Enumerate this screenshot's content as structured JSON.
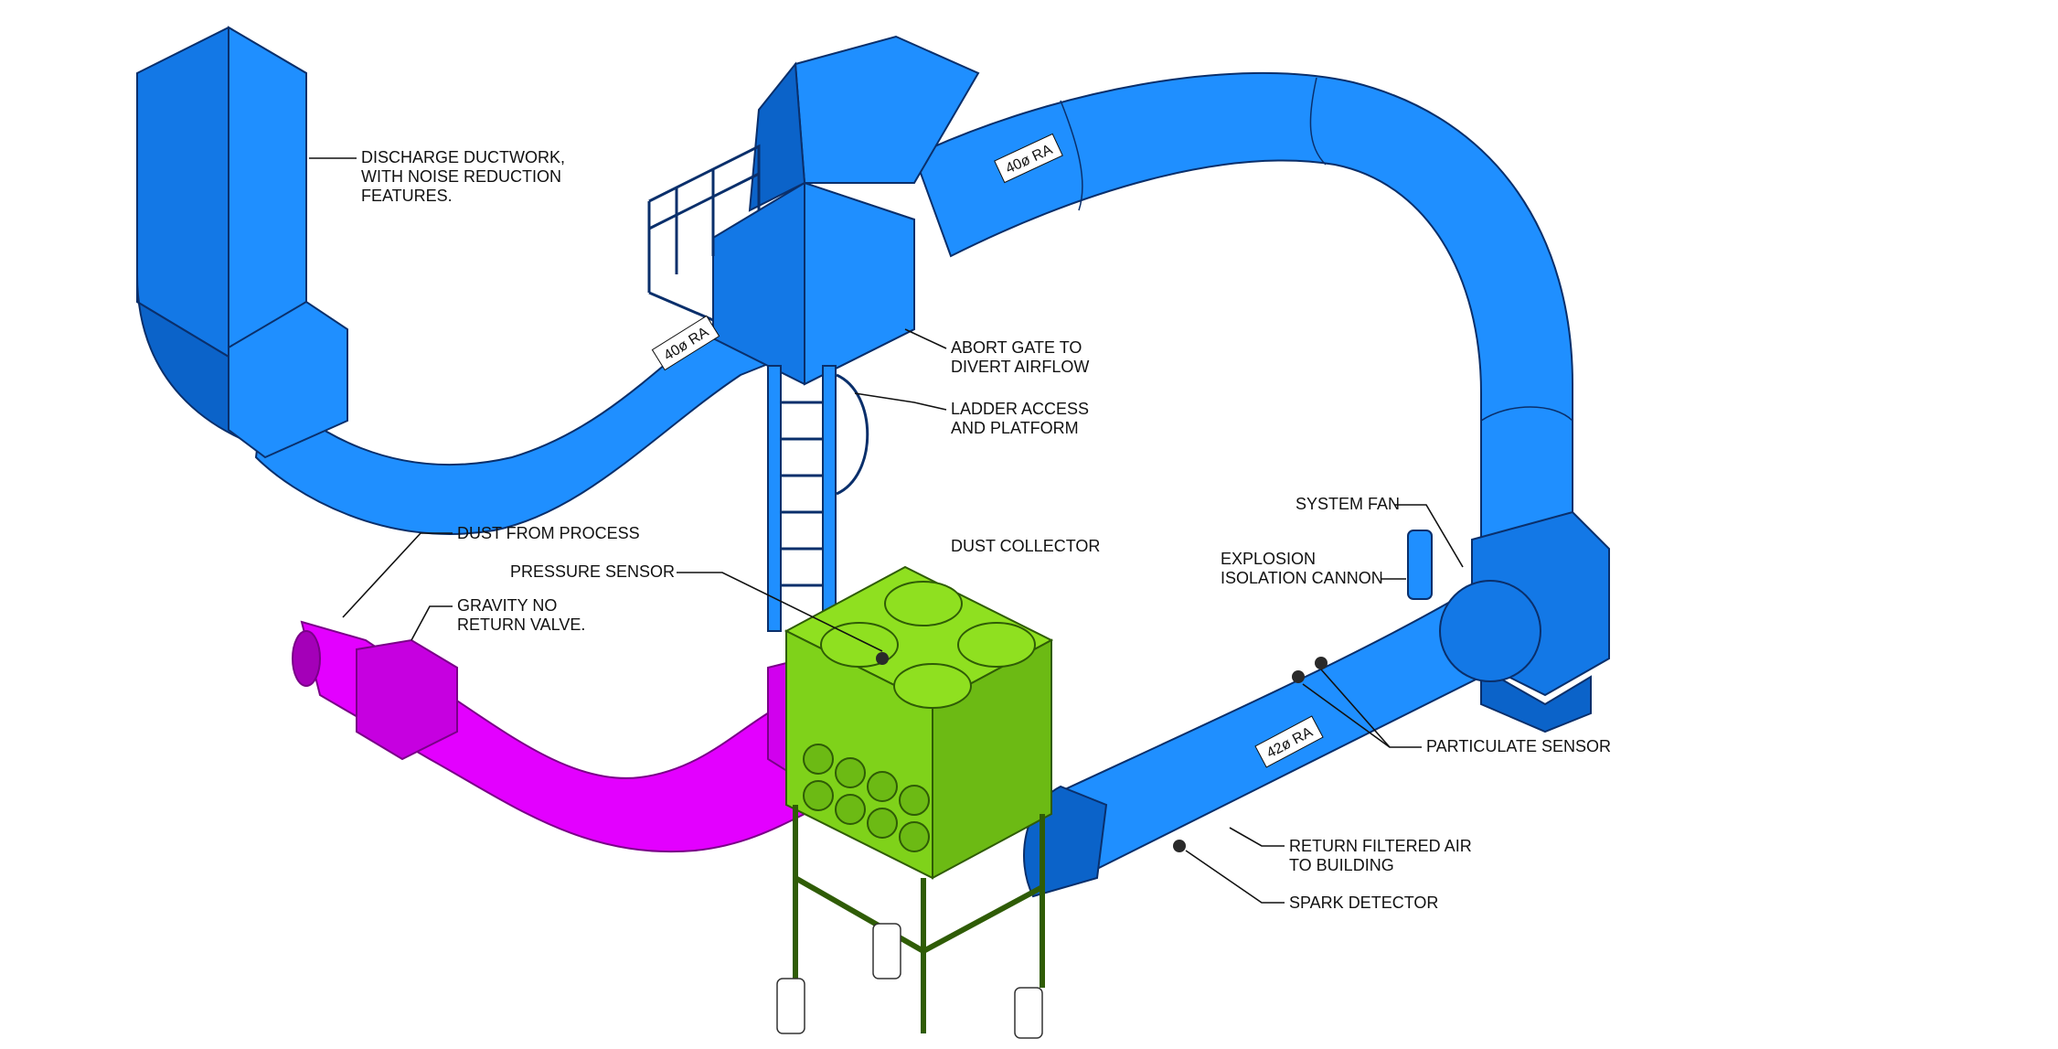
{
  "colors": {
    "return_duct": "#1f8fff",
    "return_duct_shade": "#0b63c9",
    "inlet_duct": "#e300ff",
    "inlet_duct_shade": "#a400b8",
    "collector": "#7fd21a",
    "collector_shade": "#4c8f0c",
    "bin": "#ffffff",
    "line": "#111111"
  },
  "duct_tags": {
    "upper_left": "40ø RA",
    "upper_right": "40ø RA",
    "lower_right": "42ø RA"
  },
  "callouts": {
    "discharge": [
      "DISCHARGE DUCTWORK,",
      "WITH NOISE REDUCTION",
      "FEATURES."
    ],
    "abort_gate": [
      "ABORT GATE TO",
      "DIVERT AIRFLOW"
    ],
    "ladder": [
      "LADDER ACCESS",
      "AND PLATFORM"
    ],
    "dust_from_process": "DUST FROM PROCESS",
    "gravity_valve": [
      "GRAVITY NO",
      "RETURN VALVE."
    ],
    "pressure_sensor": "PRESSURE SENSOR",
    "dust_collector": "DUST COLLECTOR",
    "system_fan": "SYSTEM FAN",
    "explosion_cannon": [
      "EXPLOSION",
      "ISOLATION CANNON"
    ],
    "particulate_sensor": "PARTICULATE SENSOR",
    "return_air": [
      "RETURN FILTERED AIR",
      "TO BUILDING"
    ],
    "spark_detector": "SPARK DETECTOR"
  }
}
